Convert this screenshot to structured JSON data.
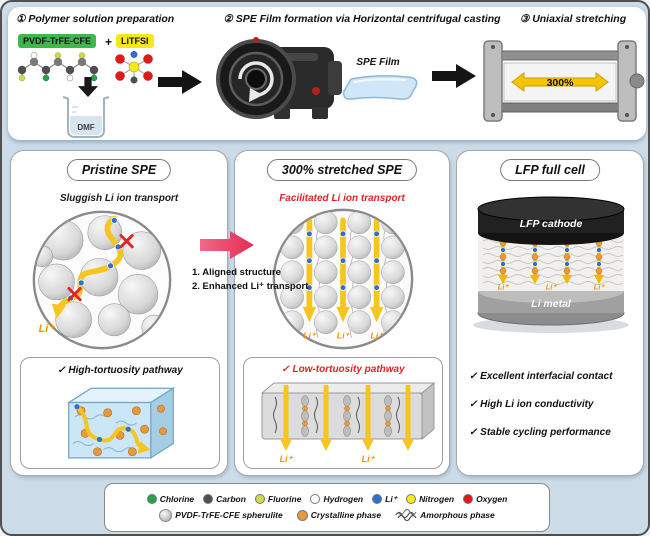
{
  "process": {
    "step1": {
      "title": "① Polymer solution preparation",
      "pvdf_badge": "PVDF-TrFE-CFE",
      "plus": "+",
      "litfsi_badge": "LiTFSI",
      "solvent": "DMF"
    },
    "step2": {
      "title": "② SPE Film formation via Horizontal centrifugal casting",
      "film_label": "SPE Film"
    },
    "step3": {
      "title": "③ Uniaxial stretching",
      "strain": "300%"
    }
  },
  "pristine_panel": {
    "title": "Pristine SPE",
    "subtitle": "Sluggish Li ion transport",
    "li_ion": "Li⁺",
    "pathway_note": "✓ High-tortuosity pathway"
  },
  "transition": {
    "note1": "1. Aligned structure",
    "note2": "2. Enhanced Li⁺ transport"
  },
  "stretched_panel": {
    "title": "300% stretched SPE",
    "subtitle": "Facilitated Li ion transport",
    "li_ion": "Li⁺",
    "pathway_note": "✓ Low-tortuosity pathway"
  },
  "full_cell_panel": {
    "title": "LFP full cell",
    "cathode_label": "LFP cathode",
    "anode_label": "Li metal",
    "li_ion": "Li⁺",
    "features": [
      "✓ Excellent interfacial contact",
      "✓ High Li ion conductivity",
      "✓ Stable cycling performance"
    ]
  },
  "legend": {
    "atoms": [
      {
        "label": "Chlorine",
        "color": "#27a346"
      },
      {
        "label": "Carbon",
        "color": "#4f4f4f"
      },
      {
        "label": "Fluorine",
        "color": "#cdd94e"
      },
      {
        "label": "Hydrogen",
        "color": "#ffffff"
      },
      {
        "label": "Li⁺",
        "color": "#2f6fce"
      },
      {
        "label": "Nitrogen",
        "color": "#f6e71e"
      },
      {
        "label": "Oxygen",
        "color": "#e51717"
      }
    ],
    "phases": [
      {
        "label": "PVDF-TrFE-CFE spherulite",
        "color": "#c6c6c6"
      },
      {
        "label": "Crystalline phase",
        "color": "#e69a3f"
      },
      {
        "label": "Amorphous phase",
        "color": "#4a4a4a"
      }
    ]
  },
  "colors": {
    "background": "#cbdce8",
    "accent_red": "#e02427",
    "transport_yellow": "#f7c51e",
    "li_label_orange": "#f59300",
    "transition_arrow": "#e22c50",
    "pvdf_badge_green": "#41b64a",
    "litfsi_badge_yellow": "#f6e71c"
  }
}
